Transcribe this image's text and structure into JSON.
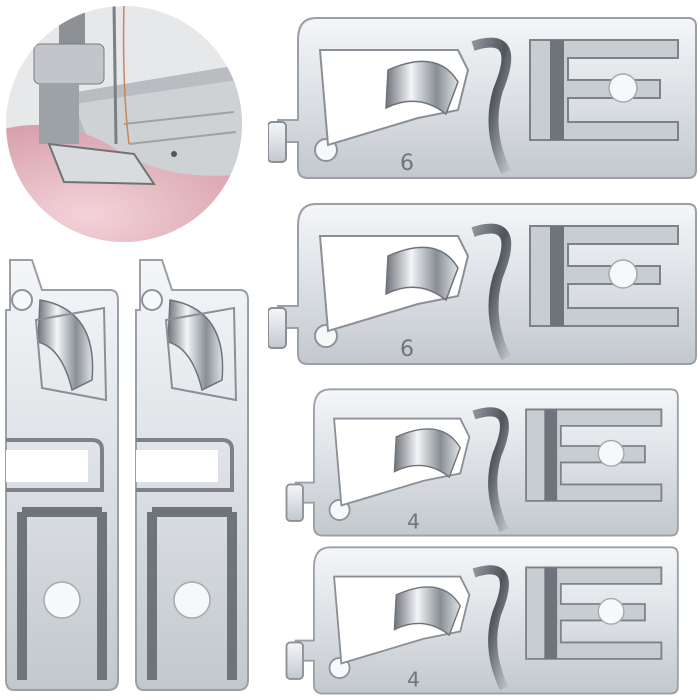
{
  "product_image": {
    "inset_photo": {
      "subject": "sewing-machine-hemmer-foot-on-fabric",
      "fabric_color": "#e9c3cb"
    },
    "horizontal_feet": [
      {
        "size_mark": "6"
      },
      {
        "size_mark": "6"
      },
      {
        "size_mark": "4"
      },
      {
        "size_mark": "4"
      }
    ],
    "vertical_feet_count": 2,
    "metal_color": "#d9dde1"
  }
}
